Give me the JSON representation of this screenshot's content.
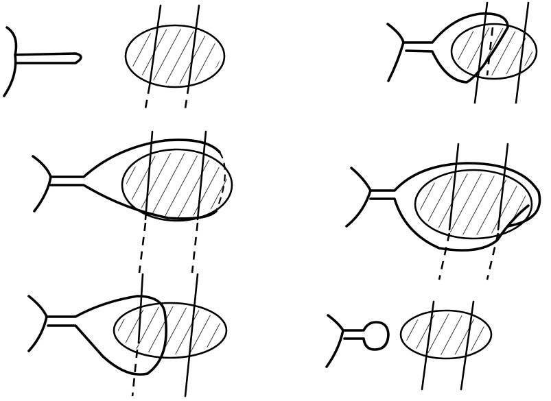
{
  "figure": {
    "panels": [
      {
        "id": "panel-1",
        "description_label": ""
      },
      {
        "id": "panel-2",
        "description_label": ""
      },
      {
        "id": "panel-3",
        "description_label": ""
      },
      {
        "id": "panel-4",
        "description_label": ""
      },
      {
        "id": "panel-5",
        "description_label": ""
      },
      {
        "id": "panel-6",
        "description_label": ""
      }
    ],
    "colors": {
      "ink": "#000000",
      "background": "#ffffff"
    }
  }
}
